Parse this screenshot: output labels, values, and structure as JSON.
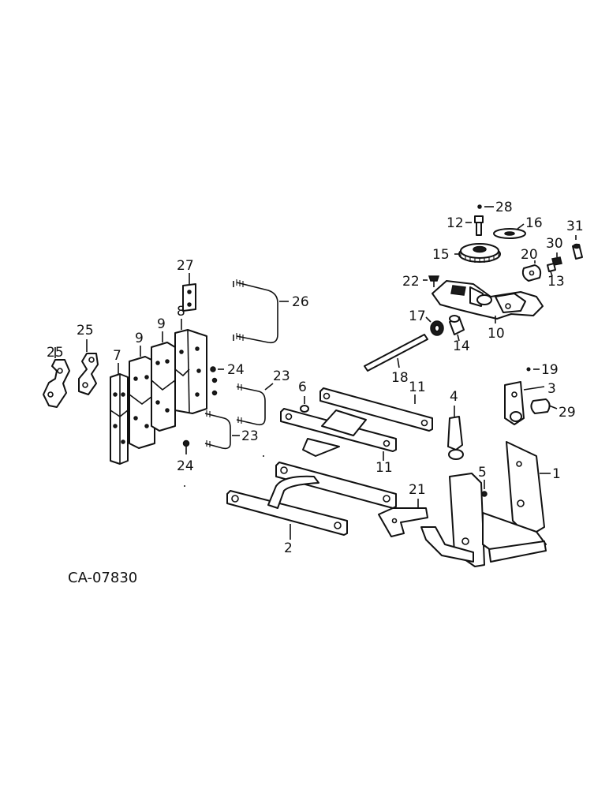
{
  "drawing_ref": "CA-07830",
  "callouts": {
    "c1": "1",
    "c2": "2",
    "c3": "3",
    "c4": "4",
    "c5": "5",
    "c6": "6",
    "c7": "7",
    "c8": "8",
    "c9a": "9",
    "c9b": "9",
    "c10": "10",
    "c11a": "11",
    "c11b": "11",
    "c12": "12",
    "c13": "13",
    "c14": "14",
    "c15": "15",
    "c16": "16",
    "c17": "17",
    "c18": "18",
    "c19": "19",
    "c20": "20",
    "c21": "21",
    "c22": "22",
    "c23a": "23",
    "c23b": "23",
    "c24a": "24",
    "c24b": "24",
    "c25a": "25",
    "c25b": "25",
    "c26": "26",
    "c27": "27",
    "c28": "28",
    "c29": "29",
    "c30": "30",
    "c31": "31"
  }
}
